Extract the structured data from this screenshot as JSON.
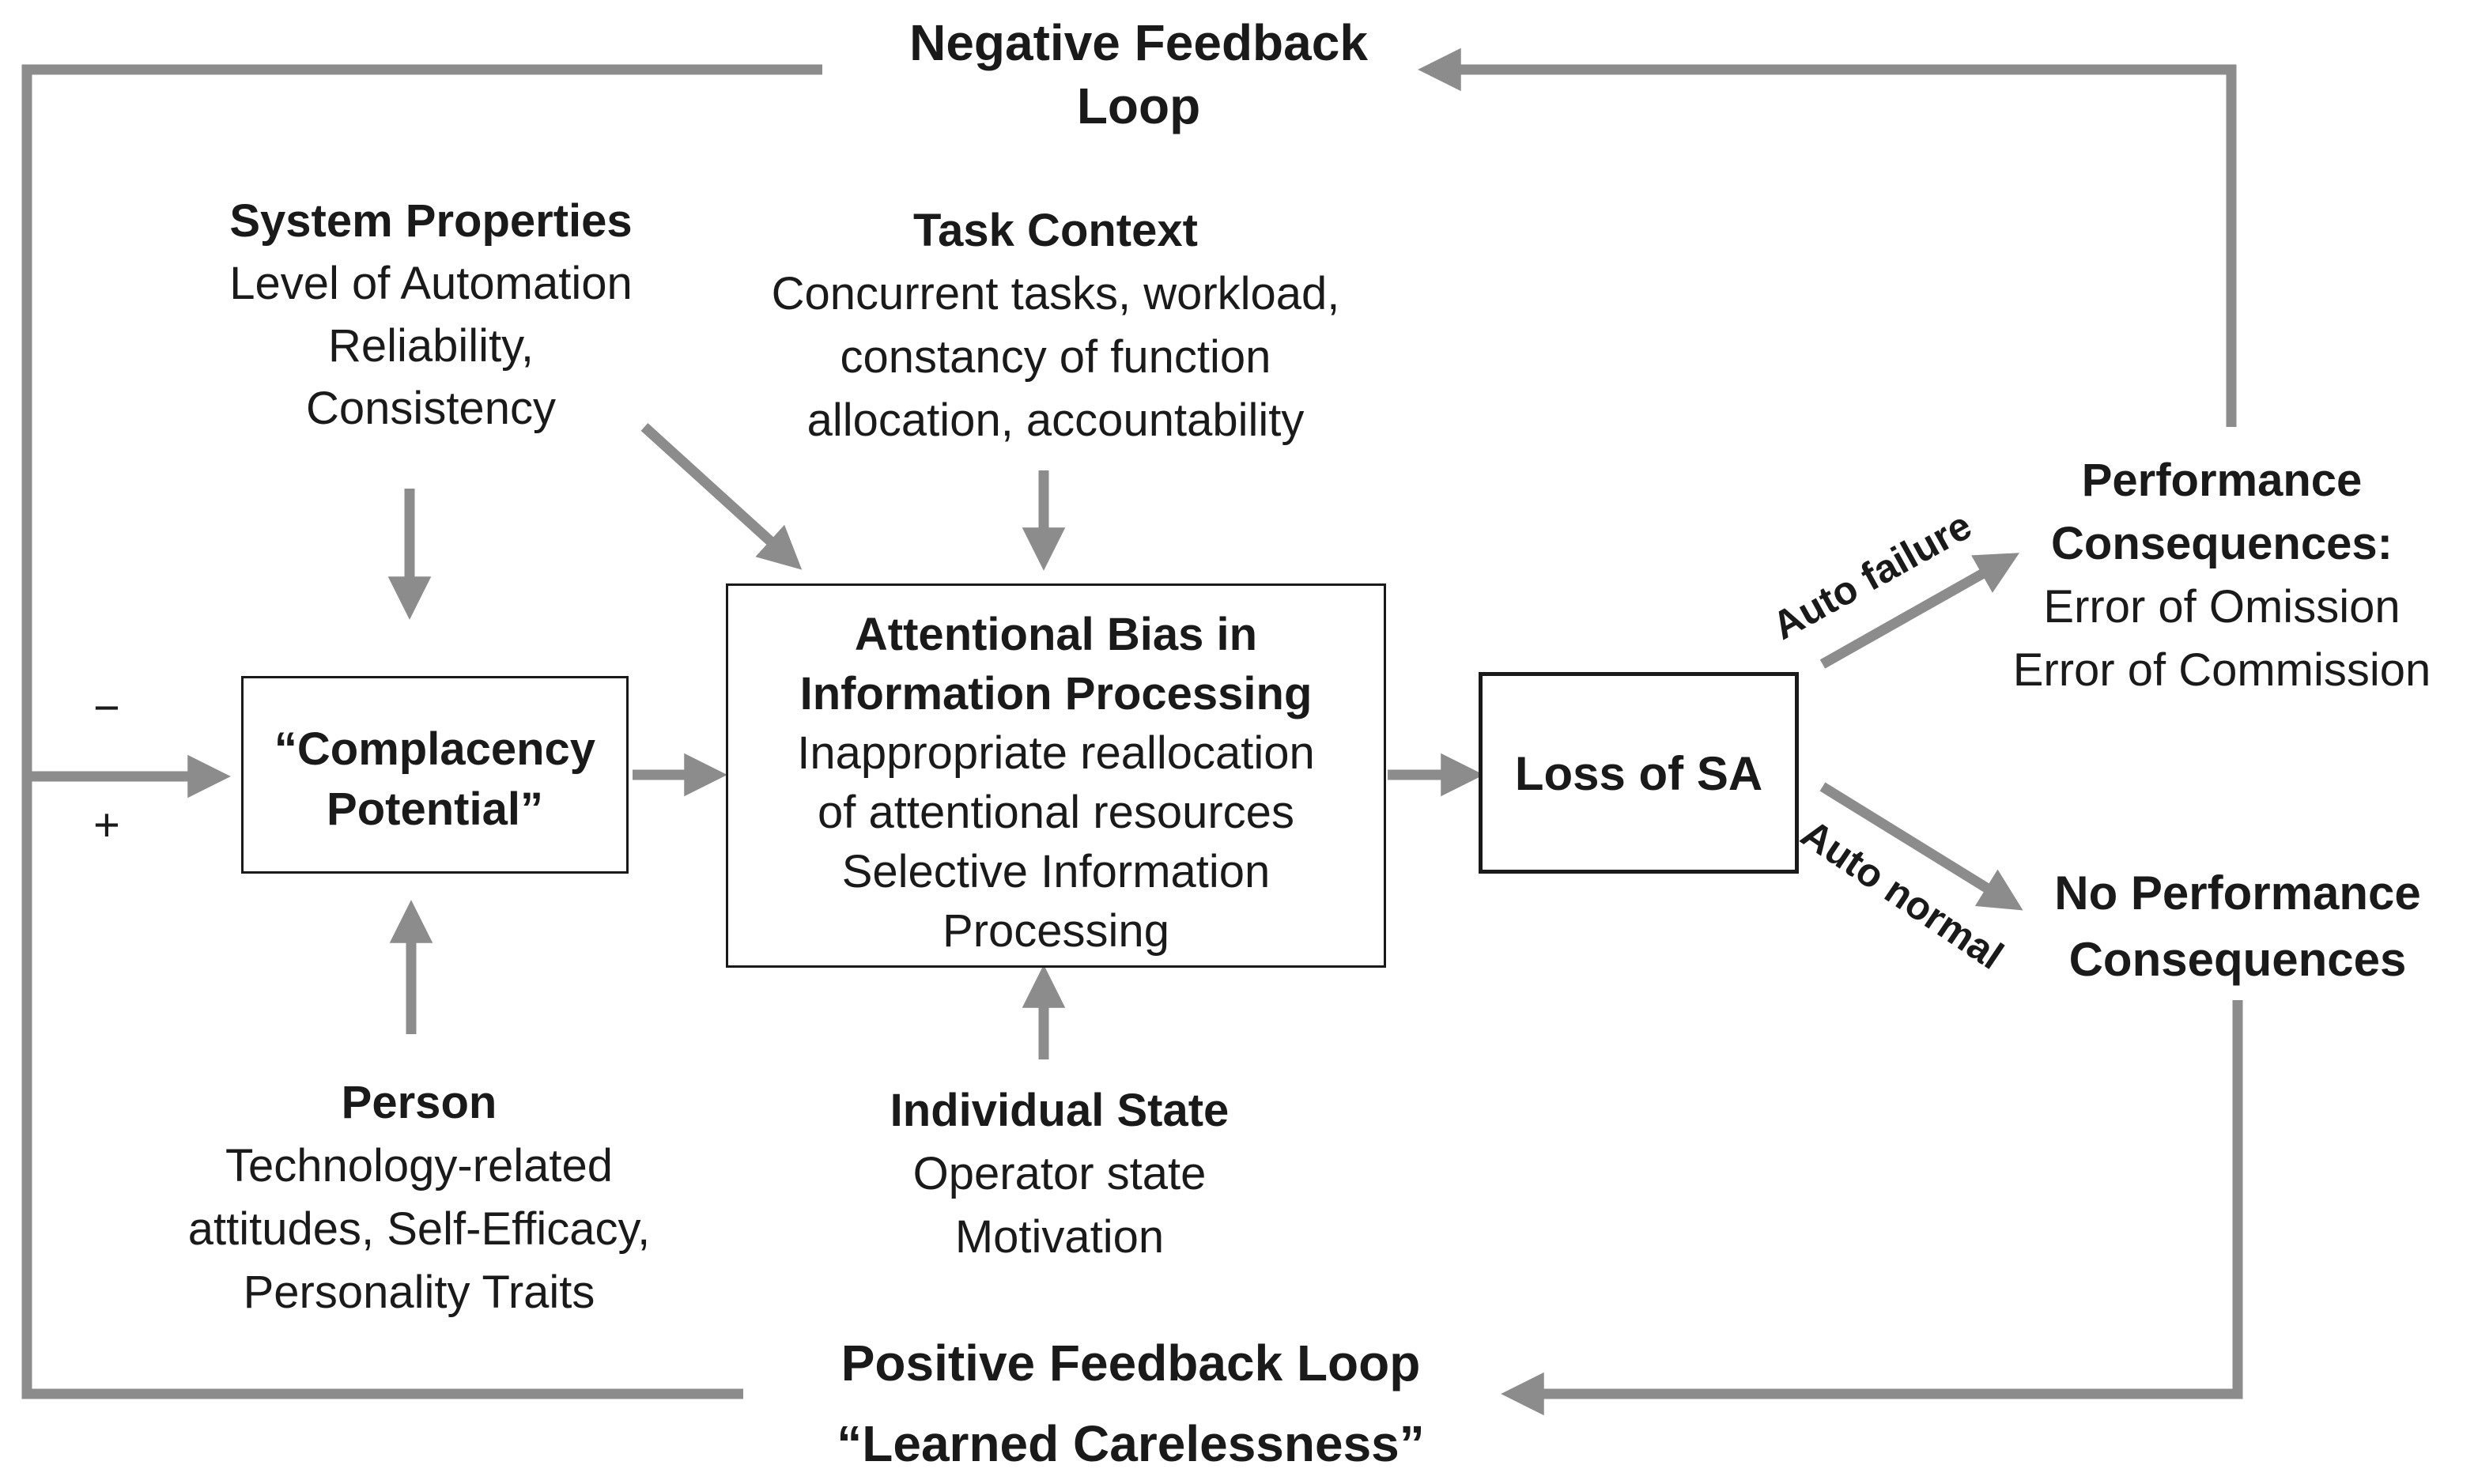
{
  "feedback": {
    "negative": [
      "Negative Feedback",
      "Loop"
    ],
    "positive": [
      "Positive Feedback Loop",
      "“Learned Carelessness”"
    ],
    "minus_sign": "−",
    "plus_sign": "+"
  },
  "system_properties": {
    "title": "System Properties",
    "lines": [
      "Level of Automation",
      "Reliability,",
      "Consistency"
    ]
  },
  "task_context": {
    "title": "Task Context",
    "lines": [
      "Concurrent tasks, workload,",
      "constancy of function",
      "allocation, accountability"
    ]
  },
  "complacency": {
    "lines": [
      "“Complacency",
      "Potential”"
    ]
  },
  "attentional_bias": {
    "title_lines": [
      "Attentional Bias in",
      "Information Processing"
    ],
    "lines": [
      "Inappropriate reallocation",
      "of attentional resources",
      "Selective Information",
      "Processing"
    ]
  },
  "loss_sa": {
    "label": "Loss of SA"
  },
  "auto_failure": {
    "label": "Auto failure"
  },
  "auto_normal": {
    "label": "Auto normal"
  },
  "performance_consequences": {
    "title_lines": [
      "Performance",
      "Consequences:"
    ],
    "lines": [
      "Error of Omission",
      "Error of Commission"
    ]
  },
  "no_performance": {
    "title_lines": [
      "No Performance",
      "Consequences"
    ]
  },
  "person": {
    "title": "Person",
    "lines": [
      "Technology-related",
      "attitudes, Self-Efficacy,",
      "Personality Traits"
    ]
  },
  "individual_state": {
    "title": "Individual State",
    "lines": [
      "Operator state",
      "Motivation"
    ]
  },
  "colors": {
    "arrow": "#8c8c8c",
    "text": "#1a1a1a",
    "box_border": "#1a1a1a"
  }
}
